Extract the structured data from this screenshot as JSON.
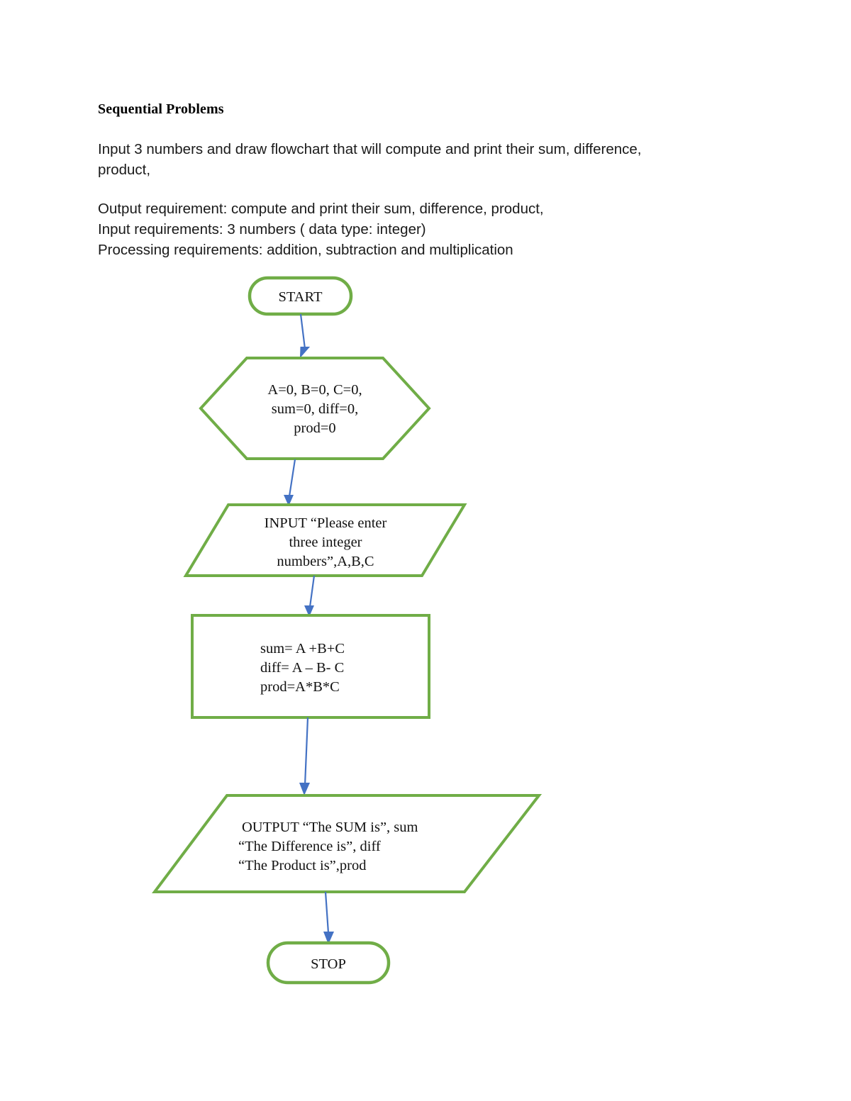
{
  "document": {
    "title": "Sequential Problems",
    "paragraph_1": [
      "Input 3 numbers and draw flowchart that will compute and print their sum, difference,",
      "product,"
    ],
    "paragraph_2": [
      "Output requirement: compute and print their sum, difference, product,",
      "Input requirements: 3 numbers ( data type: integer)",
      "Processing requirements: addition, subtraction and multiplication"
    ]
  },
  "colors": {
    "shape_outline": "#70AD47",
    "connector": "#4472C4",
    "shape_fill": "#FFFFFF",
    "text": "#111111"
  },
  "chart_data": {
    "type": "diagram",
    "diagram_kind": "flowchart",
    "title": "Sequential Problems flowchart",
    "nodes": [
      {
        "id": "start",
        "shape": "terminator",
        "label": "START",
        "lines": [
          "START"
        ]
      },
      {
        "id": "init",
        "shape": "preparation",
        "label": "A=0, B=0, C=0, sum=0, diff=0, prod=0",
        "lines": [
          "A=0, B=0, C=0,",
          "sum=0, diff=0,",
          "prod=0"
        ]
      },
      {
        "id": "input",
        "shape": "input-output",
        "label": "INPUT “Please enter three integer numbers”,A,B,C",
        "lines": [
          "INPUT “Please enter",
          "three integer",
          "numbers”,A,B,C"
        ]
      },
      {
        "id": "process",
        "shape": "process",
        "label": "sum= A +B+C  diff= A – B- C  prod=A*B*C",
        "lines": [
          "sum= A +B+C",
          "diff= A – B- C",
          "prod=A*B*C"
        ]
      },
      {
        "id": "output",
        "shape": "input-output",
        "label": "OUTPUT “The SUM is”, sum “The Difference is”, diff “The Product is”,prod",
        "lines": [
          "OUTPUT “The SUM is”, sum",
          "“The Difference is”, diff",
          "“The Product is”,prod"
        ]
      },
      {
        "id": "stop",
        "shape": "terminator",
        "label": "STOP",
        "lines": [
          "STOP"
        ]
      }
    ],
    "edges": [
      {
        "from": "start",
        "to": "init",
        "label": ""
      },
      {
        "from": "init",
        "to": "input",
        "label": ""
      },
      {
        "from": "input",
        "to": "process",
        "label": ""
      },
      {
        "from": "process",
        "to": "output",
        "label": ""
      },
      {
        "from": "output",
        "to": "stop",
        "label": ""
      }
    ]
  }
}
